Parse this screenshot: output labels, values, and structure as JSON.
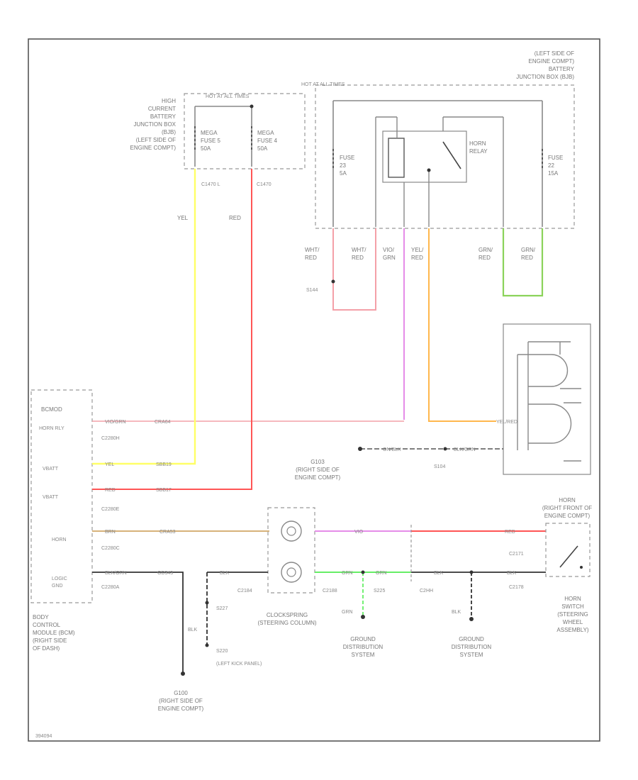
{
  "labels": {
    "hcbjb": [
      "HIGH",
      "CURRENT",
      "BATTERY",
      "JUNCTION BOX",
      "(BJB)",
      "(LEFT SIDE OF",
      "ENGINE COMPT)"
    ],
    "hotatall_left": "HOT AT ALL TIMES",
    "hotatall_right": "HOT AT ALL TIMES",
    "bjb_right": [
      "(LEFT SIDE OF",
      "ENGINE COMPT)",
      "BATTERY",
      "JUNCTION BOX (BJB)"
    ],
    "mega5": [
      "MEGA",
      "FUSE 5",
      "50A"
    ],
    "mega4": [
      "MEGA",
      "FUSE 4",
      "50A"
    ],
    "fuse23": [
      "FUSE",
      "23",
      "5A"
    ],
    "fuse22": [
      "FUSE",
      "22",
      "15A"
    ],
    "horn_relay": [
      "HORN",
      "RELAY"
    ],
    "c1": "C1470 L",
    "c2": "C1470",
    "yel": "YEL",
    "red": "RED",
    "wht_red_1": [
      "WHT/",
      "RED"
    ],
    "wht_red_2": [
      "WHT/",
      "RED"
    ],
    "vio_grn": [
      "VIO/",
      "GRN"
    ],
    "yel_red": [
      "YEL/",
      "RED"
    ],
    "grn_red_1": [
      "GRN/",
      "RED"
    ],
    "grn_red_2": [
      "GRN/",
      "RED"
    ],
    "s144": "S144",
    "bcm_words": "BCMOD",
    "horn_rly_pin": "HORN RLY",
    "vbatt1": "VBATT",
    "vbatt2": "VBATT",
    "horn_pin": "HORN",
    "logic_gnd": [
      "LOGIC",
      "GND"
    ],
    "c2280h": "C2280H",
    "c2280a": "C2280A",
    "c2280e": "C2280E",
    "c2280c": "C2280C",
    "c2280a2": "C2280A",
    "w1_vio": "VIO/GRN",
    "w1_code": "CRA64",
    "w2_yel": "YEL",
    "w2_code": "SBB19",
    "w3_red": "RED",
    "w3_code": "SBB17",
    "w4_brn": "BRN",
    "w4_code": "CRA53",
    "w5_blk": "BLK/GRN",
    "w5_code": "GD343",
    "yel_red_horn": "YEL/RED",
    "gd_blk": "GN/BLK",
    "blk_grn": "BLK/GRN",
    "g103": [
      "G103",
      "(RIGHT SIDE OF",
      "ENGINE COMPT)"
    ],
    "s104": "S104",
    "horn_label": [
      "HORN",
      "(RIGHT FRONT OF",
      "ENGINE COMPT)"
    ],
    "vio_mid": "VIO",
    "red_mid": "RED",
    "c2171": "C2171",
    "c2178": "C2178",
    "c2184": "C2184",
    "c2188": "C2188",
    "c2178b": "C2178",
    "grn_gd": "GRN",
    "blk_mid": "BLK",
    "blk_right": "BLK",
    "blk_left": "BLK",
    "s227": "S227",
    "s225": "S225",
    "s220": "S220",
    "s220_desc": "(LEFT KICK PANEL)",
    "c2hh": "C2HH",
    "blk_gnd": "BLK",
    "clockspring": [
      "CLOCKSPRING",
      "(STEERING COLUMN)"
    ],
    "gnd_dist_1": [
      "GROUND",
      "DISTRIBUTION",
      "SYSTEM"
    ],
    "gnd_dist_2": [
      "GROUND",
      "DISTRIBUTION",
      "SYSTEM"
    ],
    "horn_switch": [
      "HORN",
      "SWITCH",
      "(STEERING",
      "WHEEL",
      "ASSEMBLY)"
    ],
    "bcm_name": [
      "BODY",
      "CONTROL",
      "MODULE (BCM)",
      "(RIGHT SIDE",
      "OF DASH)"
    ],
    "g100": [
      "G100",
      "(RIGHT SIDE OF",
      "ENGINE COMPT)"
    ],
    "fig_id": "394094"
  },
  "colors": {
    "yellow": "#ffff66",
    "red": "#ff5555",
    "pink": "#f4a0a8",
    "violet": "#e58ce8",
    "orange": "#ffb74d",
    "green": "#8bd35a",
    "brown": "#d7b27a",
    "bright_green": "#66ee66",
    "grey": "#888888",
    "black": "#333333"
  }
}
